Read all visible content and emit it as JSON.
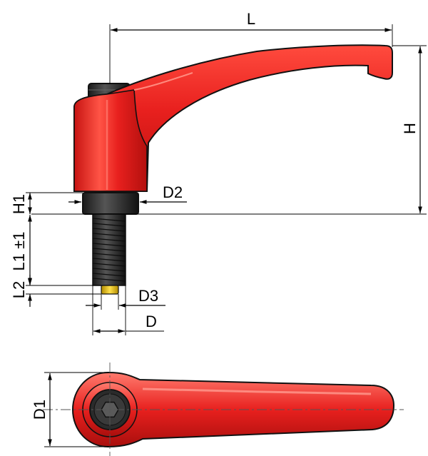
{
  "labels": {
    "L": "L",
    "H": "H",
    "D2": "D2",
    "H1": "H1",
    "L1": "L1 ±1",
    "L2": "L2",
    "D3": "D3",
    "D": "D",
    "D1": "D1"
  },
  "colors": {
    "lever_red": "#e8201e",
    "lever_shadow": "#b8110f",
    "lever_highlight": "#ff6a5e",
    "screw_black": "#2b2b2b",
    "tip_brass": "#e9c318"
  }
}
